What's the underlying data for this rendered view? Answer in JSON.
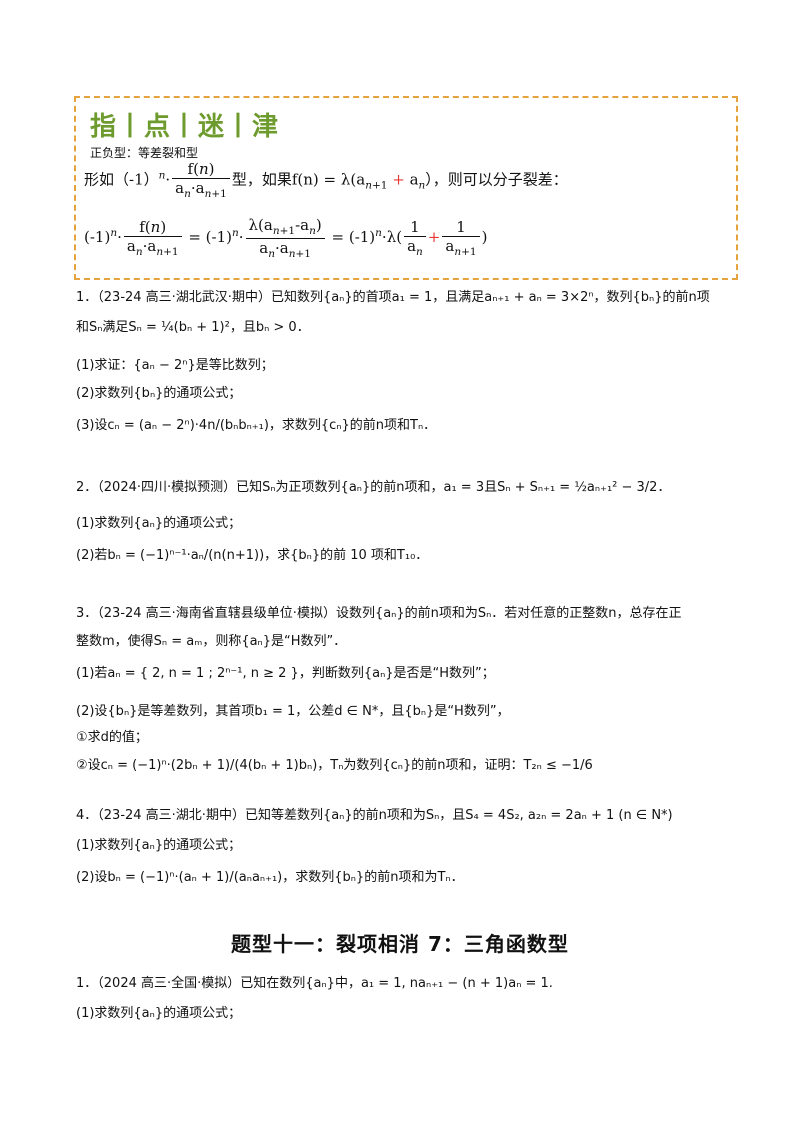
{
  "tip": {
    "title": "指丨点丨迷丨津",
    "subtitle": "正负型：等差裂和型",
    "line1_prefix": "形如（-1）",
    "line1_mid": "型，如果f(n) = λ(a",
    "line1_suffix": "），则可以分子裂差：",
    "colors": {
      "border": "#e6a23c",
      "title": "#6e9b2e",
      "plus": "#e53935"
    }
  },
  "problems": {
    "p1": {
      "line1": "1．（23-24 高三·湖北武汉·期中）已知数列{aₙ}的首项a₁ = 1，且满足aₙ₊₁ + aₙ = 3×2ⁿ，数列{bₙ}的前n项",
      "line2": "和Sₙ满足Sₙ = ¼(bₙ + 1)²，且bₙ > 0．",
      "s1": "(1)求证：{aₙ − 2ⁿ}是等比数列；",
      "s2": "(2)求数列{bₙ}的通项公式；",
      "s3": "(3)设cₙ = (aₙ − 2ⁿ)·4n/(bₙbₙ₊₁)，求数列{cₙ}的前n项和Tₙ．"
    },
    "p2": {
      "line1": "2．（2024·四川·模拟预测）已知Sₙ为正项数列{aₙ}的前n项和，a₁ = 3且Sₙ + Sₙ₊₁ = ½aₙ₊₁² − 3/2．",
      "s1": "(1)求数列{aₙ}的通项公式；",
      "s2": "(2)若bₙ = (−1)ⁿ⁻¹·aₙ/(n(n+1))，求{bₙ}的前 10 项和T₁₀．"
    },
    "p3": {
      "line1": "3．（23-24 高三·海南省直辖县级单位·模拟）设数列{aₙ}的前n项和为Sₙ．若对任意的正整数n，总存在正",
      "line2": "整数m，使得Sₙ = aₘ，则称{aₙ}是“H数列”．",
      "s1": "(1)若aₙ = { 2, n = 1 ; 2ⁿ⁻¹, n ≥ 2 }，判断数列{aₙ}是否是“H数列”；",
      "s2": "(2)设{bₙ}是等差数列，其首项b₁ = 1，公差d ∈ N*，且{bₙ}是“H数列”，",
      "s2a": "①求d的值；",
      "s2b": "②设cₙ = (−1)ⁿ·(2bₙ + 1)/(4(bₙ + 1)bₙ)，Tₙ为数列{cₙ}的前n项和，证明：T₂ₙ ≤ −1/6"
    },
    "p4": {
      "line1": "4．（23-24 高三·湖北·期中）已知等差数列{aₙ}的前n项和为Sₙ，且S₄ = 4S₂, a₂ₙ = 2aₙ + 1 (n ∈ N*)",
      "s1": "(1)求数列{aₙ}的通项公式；",
      "s2": "(2)设bₙ = (−1)ⁿ·(aₙ + 1)/(aₙaₙ₊₁)，求数列{bₙ}的前n项和为Tₙ．"
    }
  },
  "section": {
    "title": "题型十一：裂项相消 7：三角函数型"
  },
  "p5": {
    "line1": "1．（2024 高三·全国·模拟）已知在数列{aₙ}中，a₁ = 1, naₙ₊₁ − (n + 1)aₙ = 1.",
    "s1": "(1)求数列{aₙ}的通项公式；"
  }
}
